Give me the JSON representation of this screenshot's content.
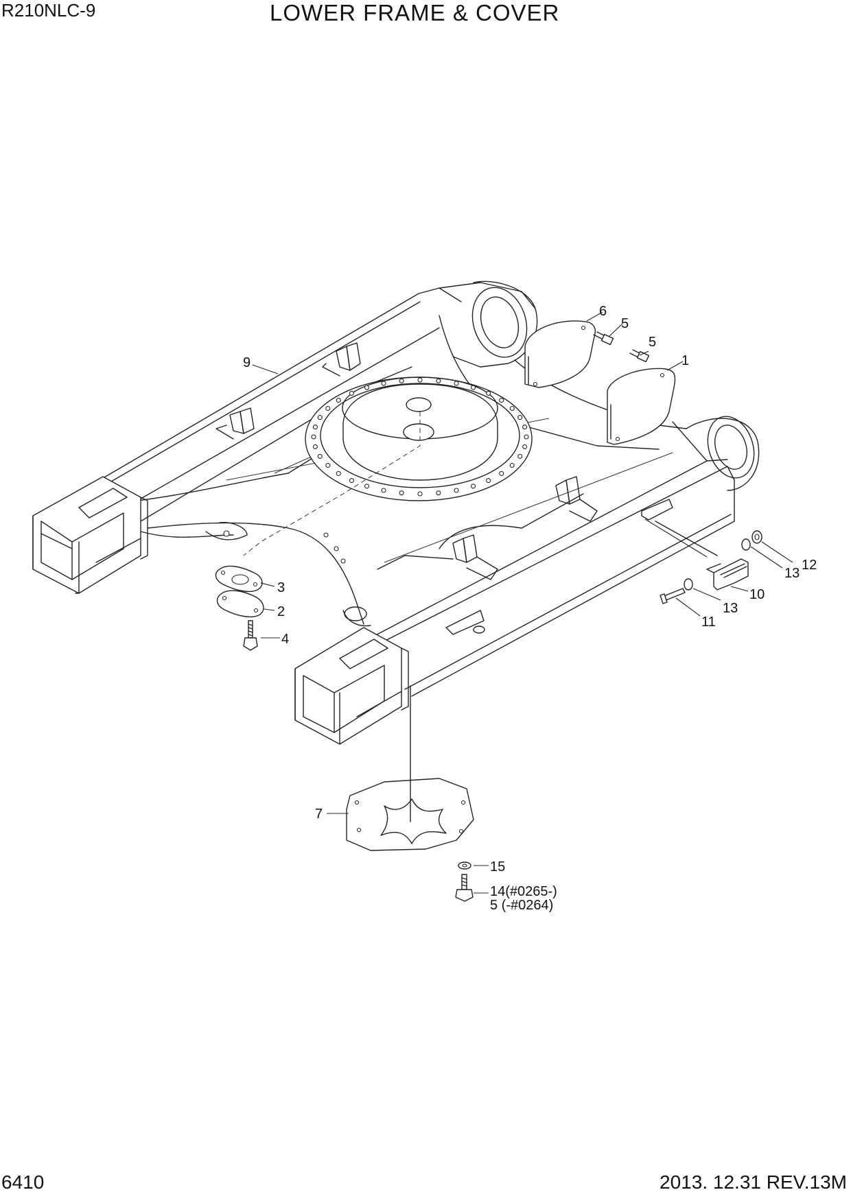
{
  "header": {
    "model": "R210NLC-9",
    "title": "LOWER FRAME & COVER"
  },
  "footer": {
    "page_number": "6410",
    "revision": "2013. 12.31  REV.13M"
  },
  "callouts": {
    "c1": "1",
    "c2": "2",
    "c3": "3",
    "c4": "4",
    "c5a": "5",
    "c5b": "5",
    "c6": "6",
    "c7": "7",
    "c9": "9",
    "c10": "10",
    "c11": "11",
    "c12": "12",
    "c13a": "13",
    "c13b": "13",
    "c14": "14(#0265-)",
    "c5c": "5 (-#0264)",
    "c15": "15"
  }
}
